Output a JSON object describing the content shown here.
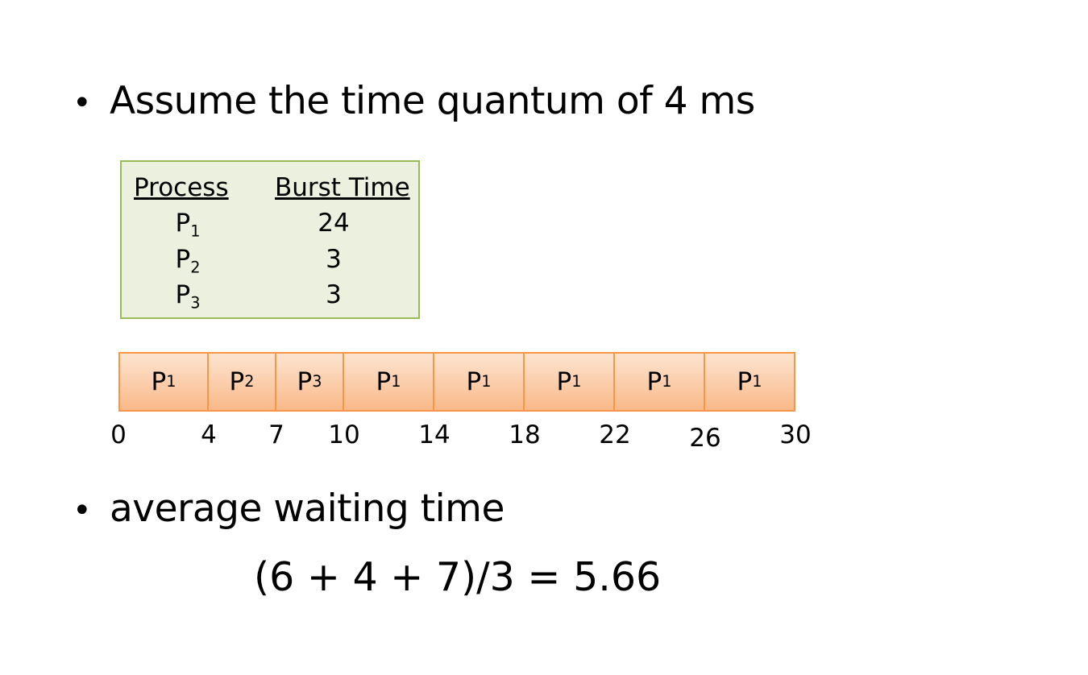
{
  "bullets": [
    {
      "text": "Assume the time quantum of 4 ms"
    },
    {
      "text": "average waiting time"
    }
  ],
  "bullet_symbol": "•",
  "process_table": {
    "headers": {
      "process": "Process",
      "burst_time": "Burst Time"
    },
    "rows": [
      {
        "name": "P",
        "sub": "1",
        "burst": "24"
      },
      {
        "name": "P",
        "sub": "2",
        "burst": "3"
      },
      {
        "name": "P",
        "sub": "3",
        "burst": "3"
      }
    ]
  },
  "gantt": {
    "blocks": [
      {
        "name": "P",
        "sub": "1",
        "start": 0,
        "end": 4
      },
      {
        "name": "P",
        "sub": "2",
        "start": 4,
        "end": 7
      },
      {
        "name": "P",
        "sub": "3",
        "start": 7,
        "end": 10
      },
      {
        "name": "P",
        "sub": "1",
        "start": 10,
        "end": 14
      },
      {
        "name": "P",
        "sub": "1",
        "start": 14,
        "end": 18
      },
      {
        "name": "P",
        "sub": "1",
        "start": 18,
        "end": 22
      },
      {
        "name": "P",
        "sub": "1",
        "start": 22,
        "end": 26
      },
      {
        "name": "P",
        "sub": "1",
        "start": 26,
        "end": 30
      }
    ],
    "ticks": [
      "0",
      "4",
      "7",
      "10",
      "14",
      "18",
      "22",
      "26",
      "30"
    ],
    "total": 30
  },
  "formula": "(6 + 4 + 7)/3 = 5.66",
  "colors": {
    "table_fill": "#ebf1de",
    "table_border": "#9bbb59",
    "gantt_border": "#f79646",
    "gantt_fill_top": "#fde4d0",
    "gantt_fill_bottom": "#f9b98a"
  }
}
